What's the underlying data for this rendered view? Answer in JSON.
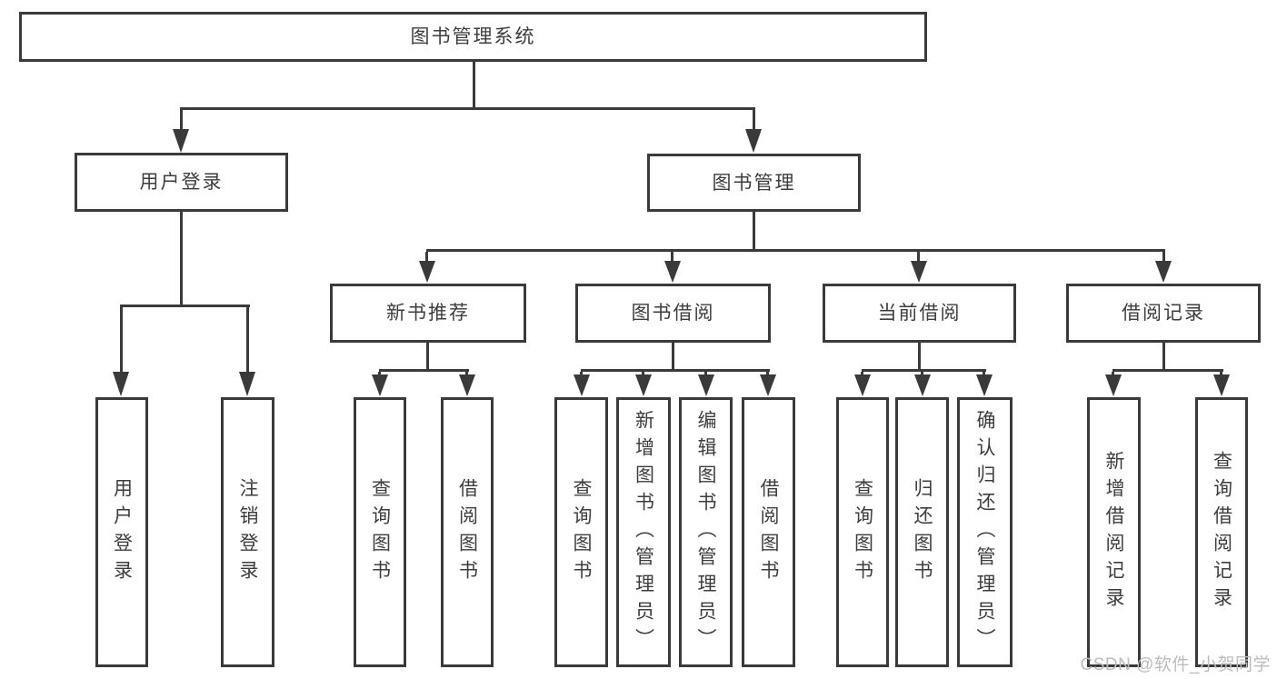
{
  "root": {
    "label": "图书管理系统"
  },
  "level2": [
    {
      "label": "用户登录",
      "parent": "图书管理系统"
    },
    {
      "label": "图书管理",
      "parent": "图书管理系统"
    }
  ],
  "level3": [
    {
      "label": "新书推荐",
      "parent": "图书管理"
    },
    {
      "label": "图书借阅",
      "parent": "图书管理"
    },
    {
      "label": "当前借阅",
      "parent": "图书管理"
    },
    {
      "label": "借阅记录",
      "parent": "图书管理"
    }
  ],
  "leaves": [
    {
      "label": "用户登录",
      "parent": "用户登录"
    },
    {
      "label": "注销登录",
      "parent": "用户登录"
    },
    {
      "label": "查询图书",
      "parent": "新书推荐"
    },
    {
      "label": "借阅图书",
      "parent": "新书推荐"
    },
    {
      "label": "查询图书",
      "parent": "图书借阅"
    },
    {
      "label": "新增图书（管理员）",
      "parent": "图书借阅"
    },
    {
      "label": "编辑图书（管理员）",
      "parent": "图书借阅"
    },
    {
      "label": "借阅图书",
      "parent": "图书借阅"
    },
    {
      "label": "查询图书",
      "parent": "当前借阅"
    },
    {
      "label": "归还图书",
      "parent": "当前借阅"
    },
    {
      "label": "确认归还（管理员）",
      "parent": "当前借阅"
    },
    {
      "label": "新增借阅记录",
      "parent": "借阅记录"
    },
    {
      "label": "查询借阅记录",
      "parent": "借阅记录"
    }
  ],
  "watermark": "CSDN @软件_小贺同学",
  "colors": {
    "line": "#3a3a3a",
    "text": "#3d3d3d",
    "watermark": "#bcbcbc",
    "background": "#ffffff"
  }
}
